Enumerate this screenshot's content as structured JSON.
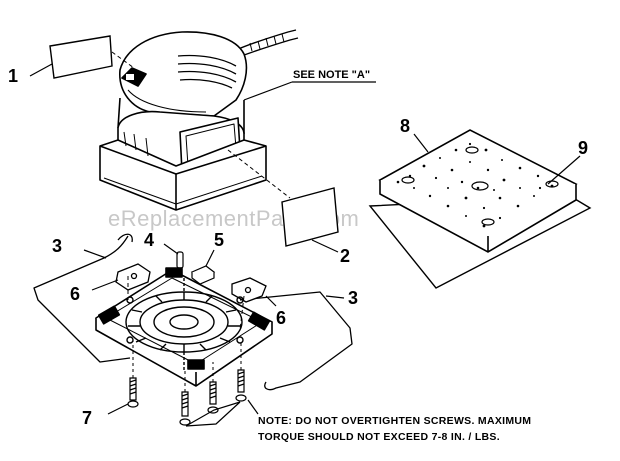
{
  "diagram": {
    "callouts": {
      "c1": "1",
      "c2": "2",
      "c3a": "3",
      "c3b": "3",
      "c4": "4",
      "c5": "5",
      "c6a": "6",
      "c6b": "6",
      "c7": "7",
      "c8": "8",
      "c9": "9"
    },
    "note_a": "SEE NOTE \"A\"",
    "note_line1": "NOTE: DO NOT OVERTIGHTEN SCREWS. MAXIMUM",
    "note_line2": "TORQUE SHOULD NOT EXCEED 7-8 IN. / LBS.",
    "watermark": "eReplacementParts.com"
  }
}
